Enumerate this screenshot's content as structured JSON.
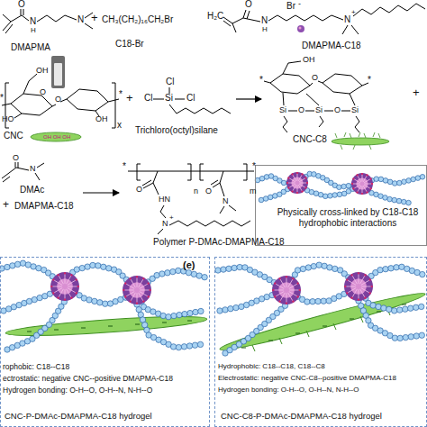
{
  "diagram": {
    "nodes": [
      {
        "text": [
          "Physically cross-linked by C18-C18 hydrophobic interactions"
        ]
      },
      {
        "text": [
          "rophobic: C18--C18",
          "ectrostatic: negative CNC--positive DMAPMA-C18",
          "Hydrogen bonding: O-H--O, O-H--N, N-H--O",
          "CNC-P-DMAc-DMAPMA-C18 hydrogel"
        ]
      },
      {
        "text": [
          "Hydrophobic: C18--C18, C18--C8",
          "Electrostatic: negative CNC-C8--positive DMAPMA-C18",
          "Hydrogen bonding: O-H--O, O-H--N, N-H--O",
          "CNC-C8-P-DMAc-DMAPMA-C18 hydrogel"
        ]
      }
    ],
    "labels": [
      "O",
      "N",
      "H",
      "N",
      "DMAPMA",
      "+",
      "CH₃(CH₂)₁₆CH₂Br",
      "C18-Br",
      "H₂C",
      "O",
      "N",
      "H",
      "Br",
      "-",
      "N",
      "+",
      "DMAPMA-C18",
      "*",
      "OH",
      "O",
      "O",
      "HO",
      "OH",
      "*",
      "x",
      "CNC",
      "OH OH OH",
      "+",
      "Cl",
      "Si",
      "Cl",
      "Cl",
      "Trichloro(octyl)silane",
      "*",
      "OH",
      "O",
      "*",
      "Si",
      "O",
      "Si",
      "O",
      "Si",
      "CNC-C8",
      "+",
      "O",
      "N",
      "DMAc",
      "+",
      "DMAPMA-C18",
      "*",
      "O",
      "HN",
      "N",
      "+",
      "n",
      "O",
      "N",
      "m",
      "*",
      "Polymer P-DMAc-DMAPMA-C18",
      "(e)"
    ]
  }
}
